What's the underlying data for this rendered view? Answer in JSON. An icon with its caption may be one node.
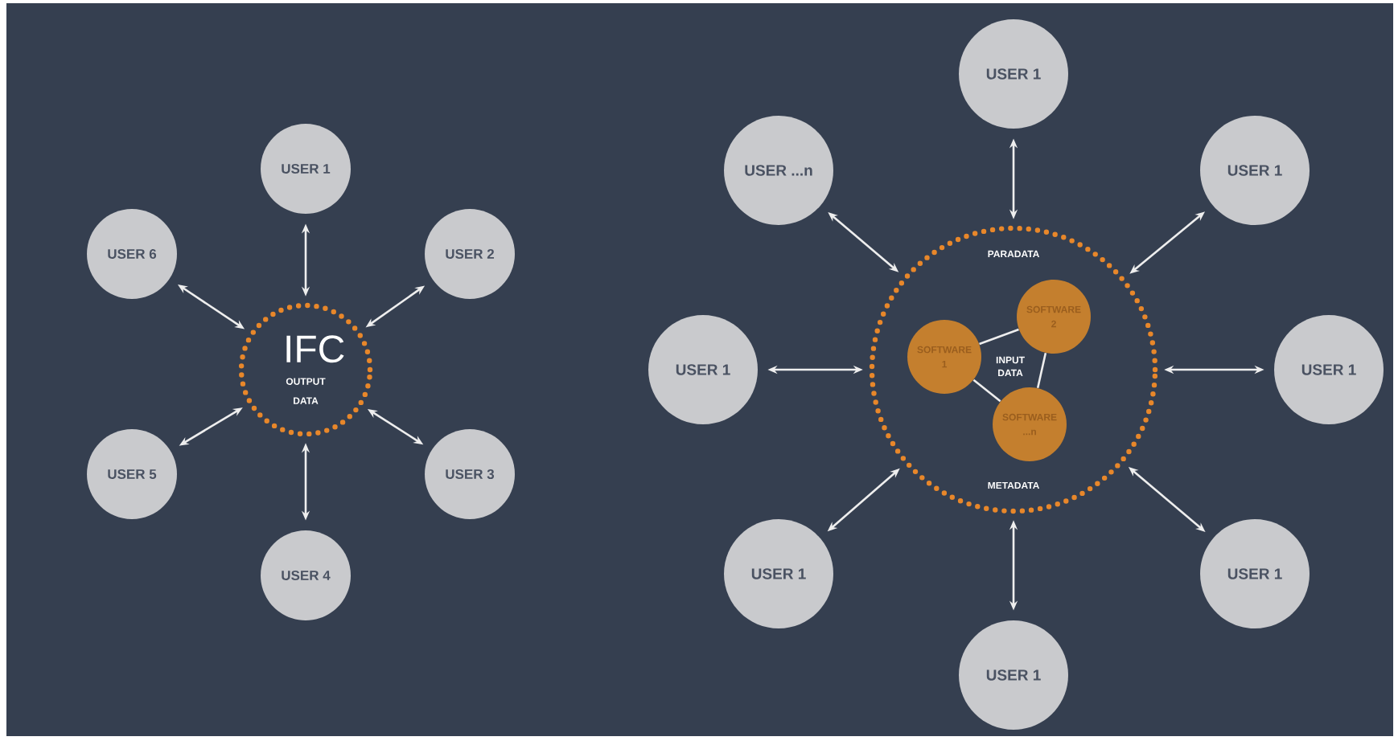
{
  "diagram": {
    "nodes": [
      {
        "text": [
          "IFC",
          "OUTPUT DATA"
        ]
      },
      {
        "text": [
          "USER 1"
        ]
      },
      {
        "text": [
          "USER 2"
        ]
      },
      {
        "text": [
          "USER 3"
        ]
      },
      {
        "text": [
          "USER 4"
        ]
      },
      {
        "text": [
          "USER 5"
        ]
      },
      {
        "text": [
          "USER 6"
        ]
      },
      {
        "text": [
          "PARADATA",
          "INPUT DATA",
          "METADATA"
        ]
      },
      {
        "text": [
          "SOFTWARE 1"
        ],
        "in": 7
      },
      {
        "text": [
          "SOFTWARE 2"
        ],
        "in": 7
      },
      {
        "text": [
          "SOFTWARE ...n"
        ],
        "in": 7
      },
      {
        "text": [
          "USER 1"
        ]
      },
      {
        "text": [
          "USER ...n"
        ]
      },
      {
        "text": [
          "USER 1"
        ]
      },
      {
        "text": [
          "USER 1"
        ]
      },
      {
        "text": [
          "USER 1"
        ]
      },
      {
        "text": [
          "USER 1"
        ]
      },
      {
        "text": [
          "USER 1"
        ]
      },
      {
        "text": [
          "USER 1"
        ]
      }
    ],
    "edges": [
      {
        "from": 0,
        "to": 1,
        "arrow": "both"
      },
      {
        "from": 0,
        "to": 2,
        "arrow": "both"
      },
      {
        "from": 0,
        "to": 3,
        "arrow": "both"
      },
      {
        "from": 0,
        "to": 4,
        "arrow": "both"
      },
      {
        "from": 0,
        "to": 5,
        "arrow": "both"
      },
      {
        "from": 0,
        "to": 6,
        "arrow": "both"
      },
      {
        "from": 8,
        "to": 9,
        "arrow": "none"
      },
      {
        "from": 9,
        "to": 10,
        "arrow": "none"
      },
      {
        "from": 10,
        "to": 8,
        "arrow": "none"
      },
      {
        "from": 7,
        "to": 11,
        "arrow": "both"
      },
      {
        "from": 7,
        "to": 12,
        "arrow": "both"
      },
      {
        "from": 7,
        "to": 13,
        "arrow": "both"
      },
      {
        "from": 7,
        "to": 14,
        "arrow": "both"
      },
      {
        "from": 7,
        "to": 15,
        "arrow": "both"
      },
      {
        "from": 7,
        "to": 16,
        "arrow": "both"
      },
      {
        "from": 7,
        "to": 17,
        "arrow": "both"
      },
      {
        "from": 7,
        "to": 18,
        "arrow": "both"
      }
    ]
  }
}
